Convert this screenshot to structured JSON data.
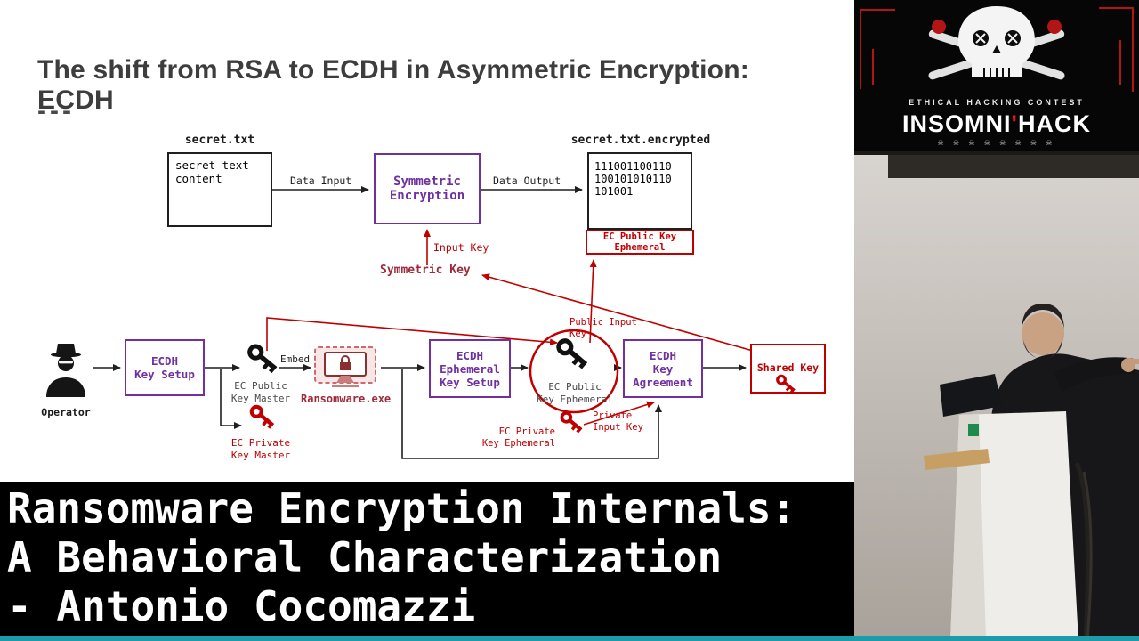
{
  "colors": {
    "accent_purple": "#7030a0",
    "accent_red": "#c00000",
    "maroon_text": "#9e2b3a",
    "progress_teal": "#1d9bab",
    "banner_bg": "#000000"
  },
  "slide": {
    "title": "The shift from RSA to ECDH in Asymmetric Encryption: ECDH",
    "dashes": "---",
    "diagram": {
      "secret_file_label": "secret.txt",
      "secret_file_content": "secret text\ncontent",
      "data_input": "Data Input",
      "symmetric_encryption": "Symmetric\nEncryption",
      "data_output": "Data Output",
      "encrypted_file_label": "secret.txt.encrypted",
      "encrypted_file_content": "111001100110\n100101010110\n101001",
      "appended_key": "EC Public Key\nEphemeral",
      "input_key": "Input Key",
      "symmetric_key": "Symmetric Key",
      "operator": "Operator",
      "ecdh_key_setup": "ECDH\nKey Setup",
      "ec_public_key_master": "EC Public\nKey Master",
      "embed": "Embed",
      "ec_private_key_master": "EC Private\nKey Master",
      "ransomware": "Ransomware.exe",
      "ecdh_ephemeral_key_setup": "ECDH\nEphemeral\nKey Setup",
      "ec_public_key_ephemeral": "EC Public\nKey Ephemeral",
      "public_input_key": "Public Input\nKey",
      "ec_private_key_ephemeral": "EC Private\nKey Ephemeral",
      "private_input_key": "Private\nInput Key",
      "ecdh_key_agreement": "ECDH\nKey\nAgreement",
      "shared_key": "Shared Key"
    }
  },
  "logo": {
    "contest": "ETHICAL HACKING CONTEST",
    "name_left": "INSOMNI",
    "name_apos": "'",
    "name_right": "HACK",
    "skull_row": "☠ ☠ ☠ ☠ ☠ ☠ ☠ ☠"
  },
  "banner": {
    "line1": "Ransomware Encryption Internals:",
    "line2": "A Behavioral Characterization",
    "line3": "- Antonio Cocomazzi"
  }
}
